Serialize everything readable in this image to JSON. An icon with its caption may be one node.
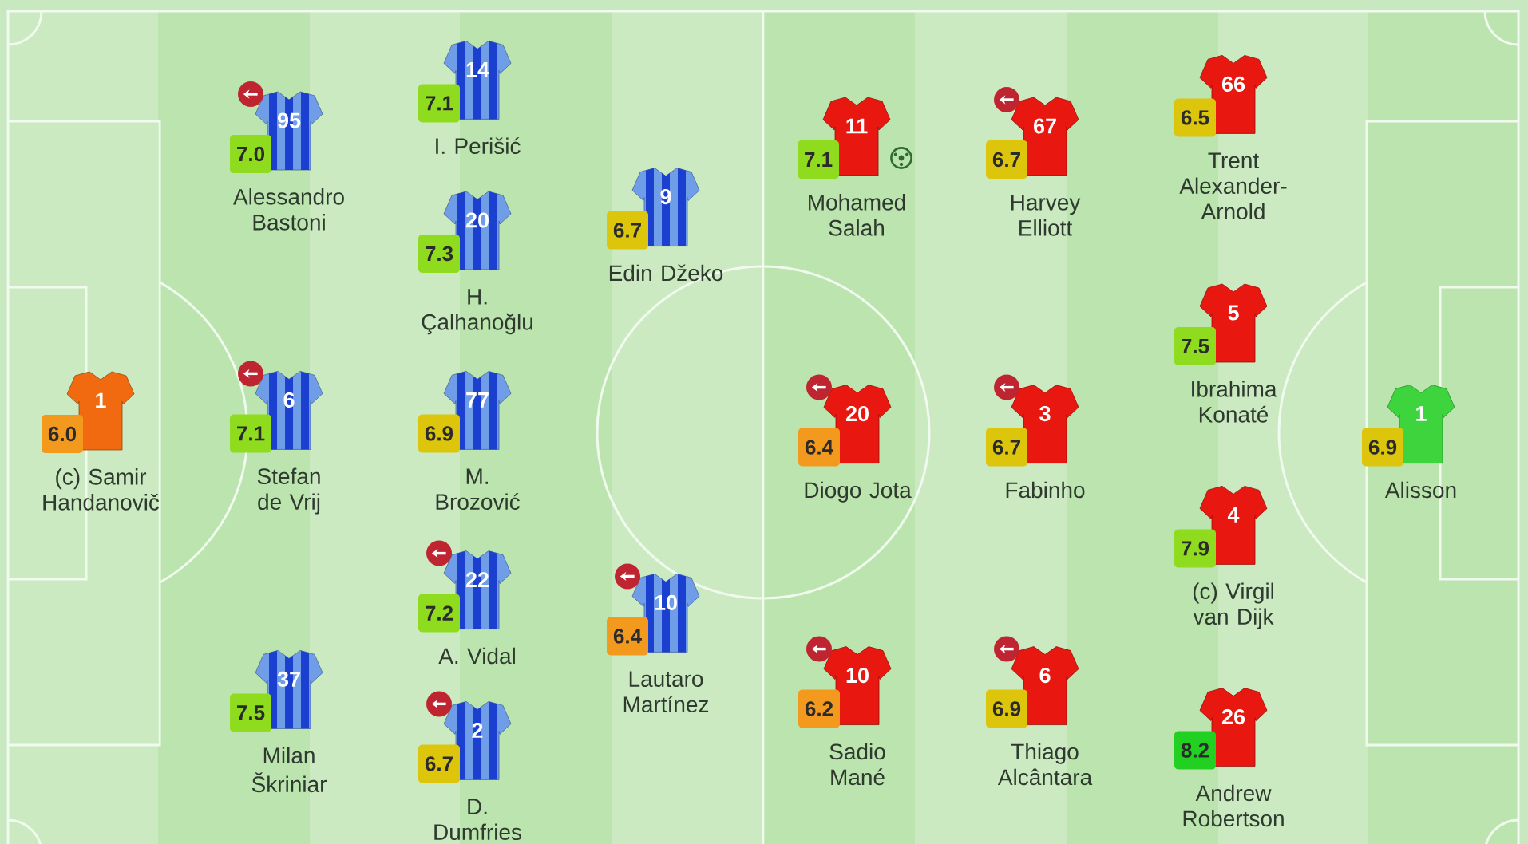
{
  "diagram": {
    "nodes": [
      {
        "text": [
          "1"
        ],
        "beside": [
          "(c) Samir Handanovič"
        ]
      },
      {
        "text": [
          "6.0"
        ]
      },
      {
        "text": [
          "95"
        ],
        "beside": [
          "Alessandro Bastoni"
        ]
      },
      {
        "text": [
          "7.0"
        ]
      },
      {
        "text": [
          "6"
        ],
        "beside": [
          "Stefan de Vrij"
        ]
      },
      {
        "text": [
          "7.1"
        ]
      },
      {
        "text": [
          "37"
        ],
        "beside": [
          "Milan Škriniar"
        ]
      },
      {
        "text": [
          "7.5"
        ]
      },
      {
        "text": [
          "14"
        ],
        "beside": [
          "I. Perišić"
        ]
      },
      {
        "text": [
          "7.1"
        ]
      },
      {
        "text": [
          "20"
        ],
        "beside": [
          "H. Çalhanoğlu"
        ]
      },
      {
        "text": [
          "7.3"
        ]
      },
      {
        "text": [
          "77"
        ],
        "beside": [
          "M. Brozović"
        ]
      },
      {
        "text": [
          "6.9"
        ]
      },
      {
        "text": [
          "22"
        ],
        "beside": [
          "A. Vidal"
        ]
      },
      {
        "text": [
          "7.2"
        ]
      },
      {
        "text": [
          "2"
        ],
        "beside": [
          "D. Dumfries"
        ]
      },
      {
        "text": [
          "6.7"
        ]
      },
      {
        "text": [
          "9"
        ],
        "beside": [
          "Edin Džeko"
        ]
      },
      {
        "text": [
          "6.7"
        ]
      },
      {
        "text": [
          "10"
        ],
        "beside": [
          "Lautaro Martínez"
        ]
      },
      {
        "text": [
          "6.4"
        ]
      },
      {
        "text": [
          "11"
        ],
        "beside": [
          "Mohamed Salah"
        ]
      },
      {
        "text": [
          "7.1"
        ]
      },
      {
        "text": [
          "20"
        ],
        "beside": [
          "Diogo Jota"
        ]
      },
      {
        "text": [
          "6.4"
        ]
      },
      {
        "text": [
          "10"
        ],
        "beside": [
          "Sadio Mané"
        ]
      },
      {
        "text": [
          "6.2"
        ]
      },
      {
        "text": [
          "67"
        ],
        "beside": [
          "Harvey Elliott"
        ]
      },
      {
        "text": [
          "6.7"
        ]
      },
      {
        "text": [
          "3"
        ],
        "beside": [
          "Fabinho"
        ]
      },
      {
        "text": [
          "6.7"
        ]
      },
      {
        "text": [
          "6"
        ],
        "beside": [
          "Thiago Alcântara"
        ]
      },
      {
        "text": [
          "6.9"
        ]
      },
      {
        "text": [
          "66"
        ],
        "beside": [
          "Trent Alexander-Arnold"
        ]
      },
      {
        "text": [
          "6.5"
        ]
      },
      {
        "text": [
          "5"
        ],
        "beside": [
          "Ibrahima Konaté"
        ]
      },
      {
        "text": [
          "7.5"
        ]
      },
      {
        "text": [
          "4"
        ],
        "beside": [
          "(c) Virgil van Dijk"
        ]
      },
      {
        "text": [
          "7.9"
        ]
      },
      {
        "text": [
          "26"
        ],
        "beside": [
          "Andrew Robertson"
        ]
      },
      {
        "text": [
          "8.2"
        ]
      },
      {
        "text": [
          "1"
        ],
        "beside": [
          "Alisson"
        ]
      },
      {
        "text": [
          "6.9"
        ]
      }
    ]
  }
}
